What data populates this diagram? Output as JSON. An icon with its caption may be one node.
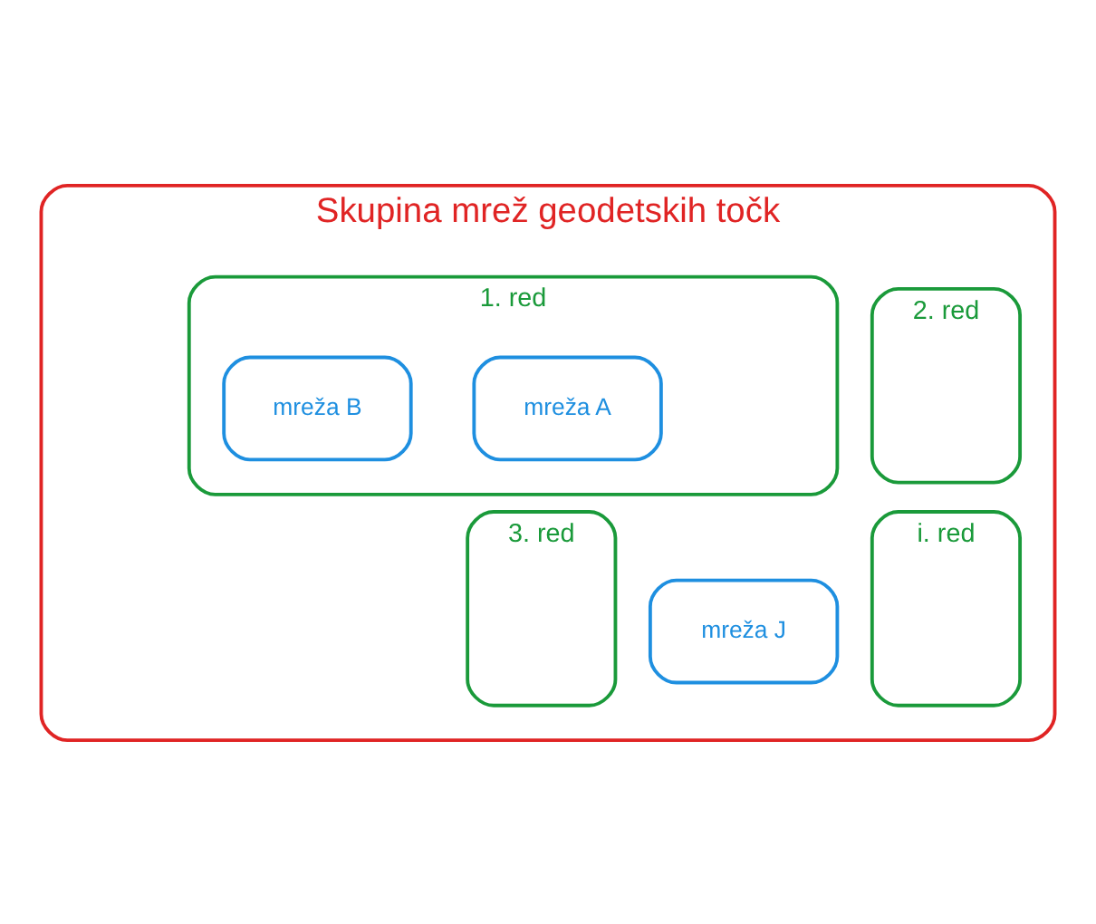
{
  "diagram": {
    "nodes": [
      {
        "text": [
          "Skupina mrež geodetskih točk"
        ]
      },
      {
        "text": [
          "1. red"
        ],
        "in": 0
      },
      {
        "text": [
          "mreža A"
        ],
        "in": 1
      },
      {
        "text": [
          "mreža B"
        ],
        "in": 1
      },
      {
        "text": [
          "2. red"
        ],
        "in": 0
      },
      {
        "text": [
          "3. red"
        ],
        "in": 0
      },
      {
        "text": [
          "i. red"
        ],
        "in": 0
      },
      {
        "text": [
          "mreža J"
        ],
        "in": 0
      }
    ]
  }
}
